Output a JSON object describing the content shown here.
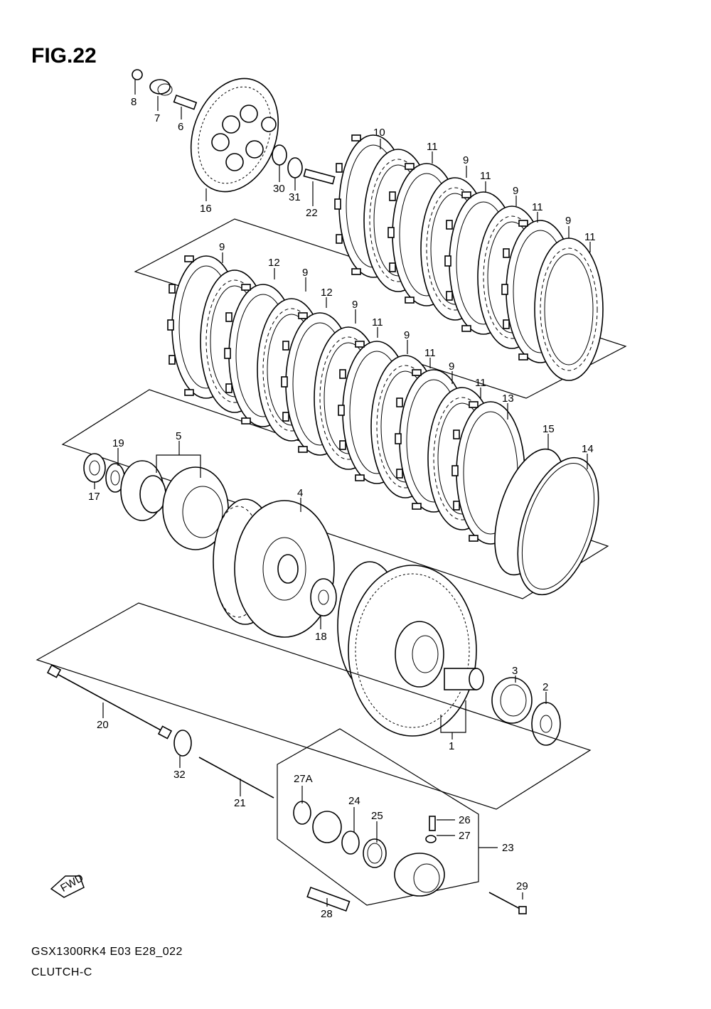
{
  "figure": {
    "title": "FIG.22",
    "model_code": "GSX1300RK4 E03 E28_022",
    "group_name": "CLUTCH-C",
    "fwd_label": "FWD"
  },
  "callouts": [
    {
      "id": "c8",
      "text": "8"
    },
    {
      "id": "c7",
      "text": "7"
    },
    {
      "id": "c6",
      "text": "6"
    },
    {
      "id": "c16",
      "text": "16"
    },
    {
      "id": "c30",
      "text": "30"
    },
    {
      "id": "c31",
      "text": "31"
    },
    {
      "id": "c22",
      "text": "22"
    },
    {
      "id": "c10",
      "text": "10"
    },
    {
      "id": "c11a",
      "text": "11"
    },
    {
      "id": "c9a",
      "text": "9"
    },
    {
      "id": "c11b",
      "text": "11"
    },
    {
      "id": "c9b",
      "text": "9"
    },
    {
      "id": "c11c",
      "text": "11"
    },
    {
      "id": "c9c",
      "text": "9"
    },
    {
      "id": "c11d",
      "text": "11"
    },
    {
      "id": "c9d",
      "text": "9"
    },
    {
      "id": "c12a",
      "text": "12"
    },
    {
      "id": "c9e",
      "text": "9"
    },
    {
      "id": "c12b",
      "text": "12"
    },
    {
      "id": "c9f",
      "text": "9"
    },
    {
      "id": "c11e",
      "text": "11"
    },
    {
      "id": "c9g",
      "text": "9"
    },
    {
      "id": "c11f",
      "text": "11"
    },
    {
      "id": "c9h",
      "text": "9"
    },
    {
      "id": "c11g",
      "text": "11"
    },
    {
      "id": "c13",
      "text": "13"
    },
    {
      "id": "c15",
      "text": "15"
    },
    {
      "id": "c14",
      "text": "14"
    },
    {
      "id": "c19",
      "text": "19"
    },
    {
      "id": "c5",
      "text": "5"
    },
    {
      "id": "c17",
      "text": "17"
    },
    {
      "id": "c4",
      "text": "4"
    },
    {
      "id": "c18",
      "text": "18"
    },
    {
      "id": "c3",
      "text": "3"
    },
    {
      "id": "c2",
      "text": "2"
    },
    {
      "id": "c1",
      "text": "1"
    },
    {
      "id": "c20",
      "text": "20"
    },
    {
      "id": "c32",
      "text": "32"
    },
    {
      "id": "c21",
      "text": "21"
    },
    {
      "id": "c27A",
      "text": "27A"
    },
    {
      "id": "c24",
      "text": "24"
    },
    {
      "id": "c25",
      "text": "25"
    },
    {
      "id": "c26",
      "text": "26"
    },
    {
      "id": "c27",
      "text": "27"
    },
    {
      "id": "c23",
      "text": "23"
    },
    {
      "id": "c29",
      "text": "29"
    },
    {
      "id": "c28",
      "text": "28"
    }
  ]
}
